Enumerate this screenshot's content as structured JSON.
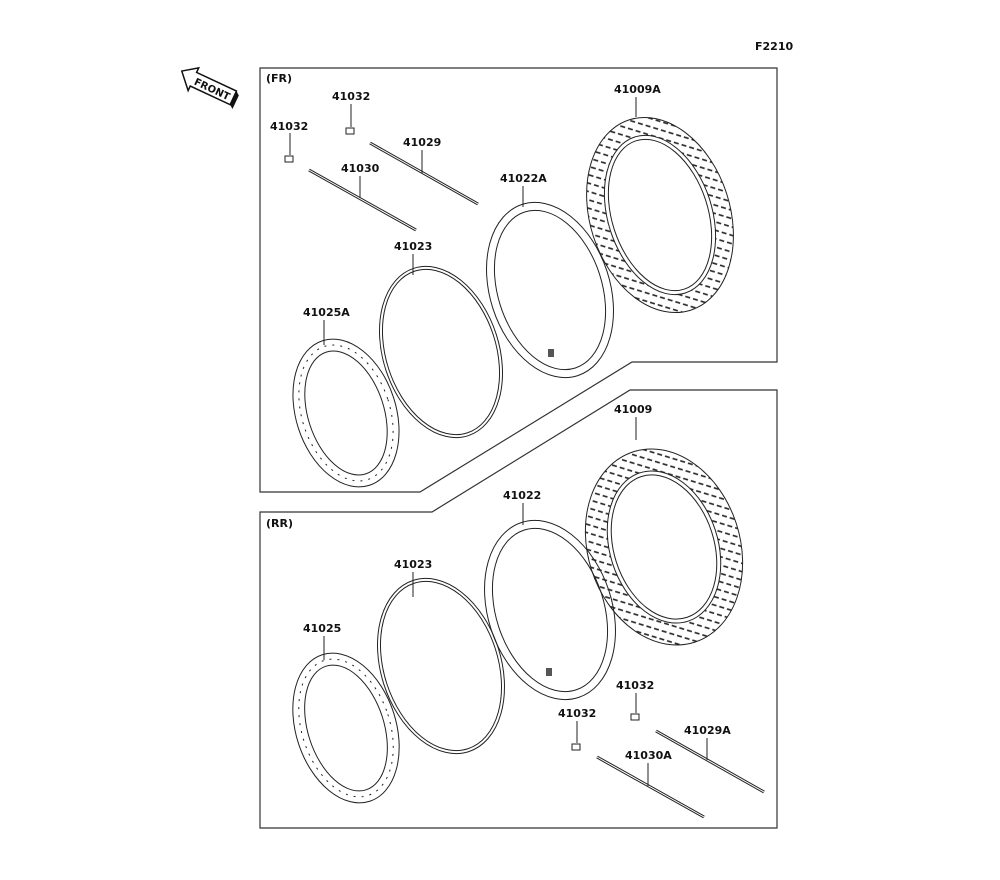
{
  "diagram_code": "F2210",
  "front_marker": "FRONT",
  "sections": {
    "front": {
      "title": "(FR)",
      "labels": {
        "valve_a": "41032",
        "valve_b": "41032",
        "spoke_inner": "41030",
        "spoke_outer": "41029",
        "tube": "41022A",
        "tire": "41009A",
        "rim_band": "41023",
        "rim": "41025A"
      }
    },
    "rear": {
      "title": "(RR)",
      "labels": {
        "tire": "41009",
        "tube": "41022",
        "rim_band": "41023",
        "rim": "41025",
        "valve_a": "41032",
        "valve_b": "41032",
        "spoke_outer": "41029A",
        "spoke_inner": "41030A"
      }
    }
  }
}
